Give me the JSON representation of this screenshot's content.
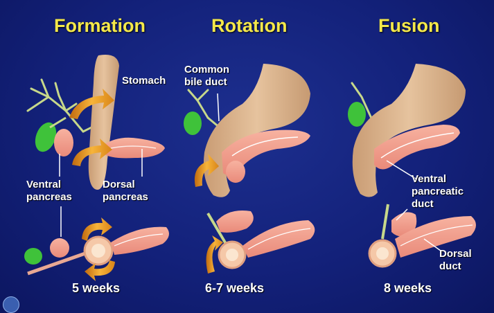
{
  "panels": [
    {
      "title": "Formation",
      "weeks": "5 weeks"
    },
    {
      "title": "Rotation",
      "weeks": "6-7 weeks"
    },
    {
      "title": "Fusion",
      "weeks": "8 weeks"
    }
  ],
  "labels": {
    "stomach": "Stomach",
    "ventral_pancreas_1": "Ventral",
    "ventral_pancreas_2": "pancreas",
    "dorsal_pancreas_1": "Dorsal",
    "dorsal_pancreas_2": "pancreas",
    "common_bile_duct_1": "Common",
    "common_bile_duct_2": "bile duct",
    "ventral_duct_1": "Ventral",
    "ventral_duct_2": "pancreatic",
    "ventral_duct_3": "duct",
    "dorsal_duct_1": "Dorsal",
    "dorsal_duct_2": "duct"
  },
  "colors": {
    "background": "#13217a",
    "title": "#f4e84a",
    "stomach": "#dbb690",
    "pancreas": "#f0a090",
    "gallbladder": "#3fc23a",
    "bile_duct": "#c7d88a",
    "arrow": "#f0a020"
  }
}
